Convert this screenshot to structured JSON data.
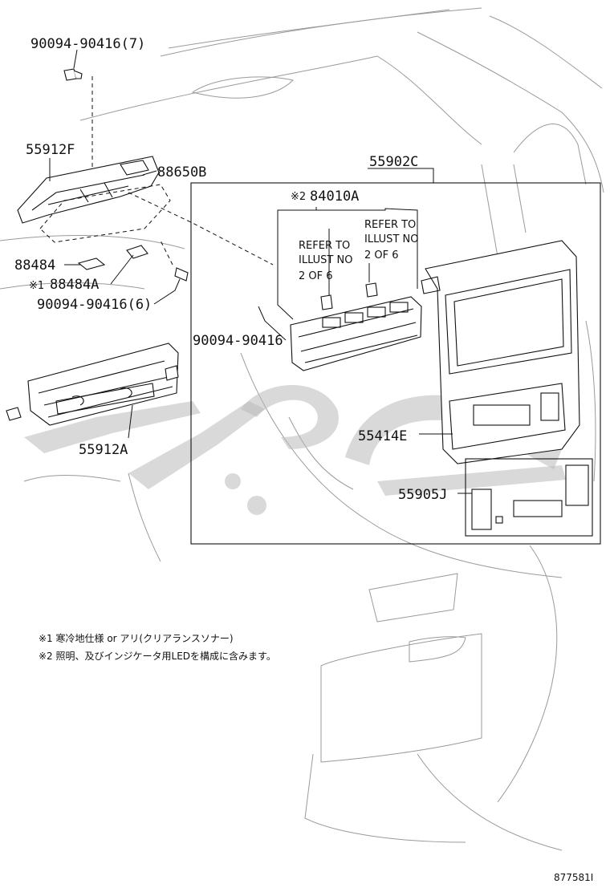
{
  "callouts": {
    "bolt_top": "90094-90416(7)",
    "bracket_upper": "55912F",
    "cover_88650b": "88650B",
    "cover_88484": "88484",
    "cover_88484a": "88484A",
    "bolt_mid": "90094-90416(6)",
    "tray_lower": "55912A",
    "panel_assy": "55902C",
    "controller": "84010A",
    "bolt_inner": "90094-90416",
    "bezel": "55414E",
    "switch_set": "55905J"
  },
  "marks": {
    "note1_mark": "※1",
    "note2_mark": "※2"
  },
  "refer_notes": {
    "left": [
      "REFER TO",
      "ILLUST NO",
      "2 OF 6"
    ],
    "right": [
      "REFER TO",
      "ILLUST NO",
      "2 OF 6"
    ]
  },
  "footnotes": {
    "note1": "※1 寒冷地仕様 or アリ(クリアランスソナー)",
    "note2": "※2 照明、及びインジケータ用LEDを構成に含みます。"
  },
  "drawing_number": "877581I",
  "watermark_color": "#b9b9b9"
}
